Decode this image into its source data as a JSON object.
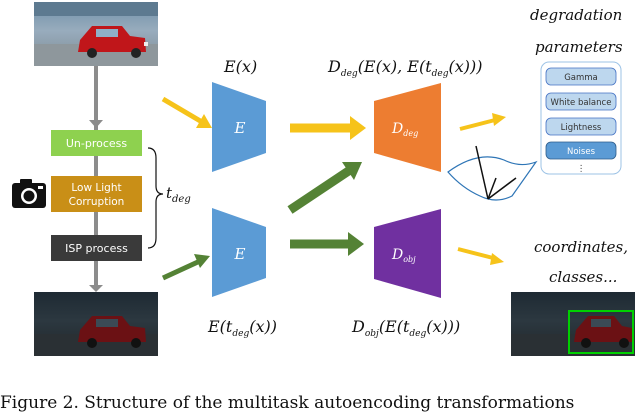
{
  "steps": {
    "unprocess": "Un-process",
    "low_light_1": "Low Light",
    "low_light_2": "Corruption",
    "isp": "ISP process"
  },
  "t_deg": "t",
  "t_deg_sub": "deg",
  "encoder_label": "E",
  "labels": {
    "ex": "E(x)",
    "ddeg_main": "D",
    "ddeg_sub": "deg",
    "ddeg_args": "(E(x), E(t",
    "ddeg_args_sub": "deg",
    "ddeg_close": "(x)))",
    "et_main": "E(t",
    "et_sub": "deg",
    "et_close": "(x))",
    "dobj_main": "D",
    "dobj_sub": "obj",
    "dobj_args": "(E(t",
    "dobj_args_sub": "deg",
    "dobj_close": "(x)))"
  },
  "decoders": {
    "deg_main": "D",
    "deg_sub": "deg",
    "obj_main": "D",
    "obj_sub": "obj"
  },
  "right_text": {
    "degradation": "degradation",
    "parameters": "parameters",
    "coordinates": "coordinates,",
    "classes": "classes..."
  },
  "param_list": [
    "Gamma",
    "White balance",
    "Lightness",
    "Noises"
  ],
  "param_ellipsis": "⋮",
  "caption": "Figure 2. Structure of the multitask autoencoding transformations",
  "colors": {
    "green_box": "#8ed14f",
    "orange_box": "#c98f17",
    "dark_box": "#3a3a3a",
    "encoder": "#5b9bd5",
    "decoder_deg": "#ed7d31",
    "decoder_obj": "#7030a0",
    "arrow_yellow": "#f6c31a",
    "arrow_green": "#548235",
    "list_fill": "#bdd7ee",
    "list_border": "#4472c4",
    "list_selected": "#5b9bd5",
    "bbox": "#00d000"
  }
}
